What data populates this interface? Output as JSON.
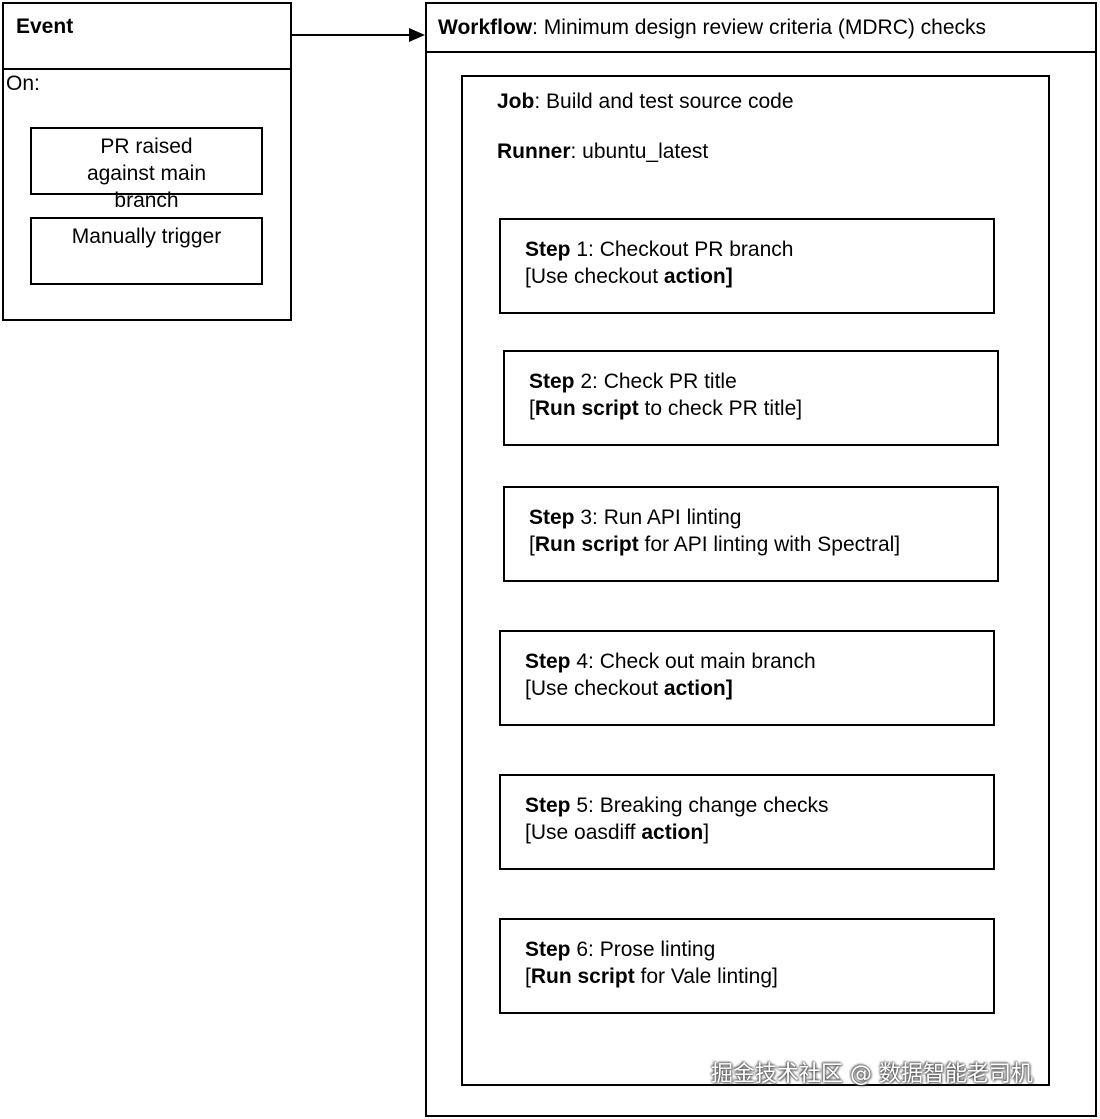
{
  "event": {
    "title": "Event",
    "on_label": "On:",
    "triggers": [
      "PR raised against main branch",
      "Manually trigger"
    ]
  },
  "workflow": {
    "label": "Workflow",
    "name": ": Minimum design review criteria (MDRC) checks",
    "job": {
      "label": "Job",
      "value": ": Build and test source code"
    },
    "runner": {
      "label": "Runner",
      "value": ": ubuntu_latest"
    },
    "steps": [
      {
        "label": "Step",
        "title": " 1: Checkout PR branch",
        "l2_pre": "[Use checkout ",
        "l2_bold": "action]",
        "l2_post": ""
      },
      {
        "label": "Step",
        "title": " 2: Check PR title",
        "l2_pre": "[",
        "l2_bold": "Run script",
        "l2_post": " to check PR title]"
      },
      {
        "label": "Step",
        "title": " 3: Run API linting",
        "l2_pre": "[",
        "l2_bold": "Run script",
        "l2_post": " for API linting with Spectral]"
      },
      {
        "label": "Step",
        "title": " 4: Check out main branch",
        "l2_pre": "[Use checkout ",
        "l2_bold": "action]",
        "l2_post": ""
      },
      {
        "label": "Step",
        "title": " 5: Breaking change checks",
        "l2_pre": "[Use oasdiff ",
        "l2_bold": "action",
        "l2_post": "]"
      },
      {
        "label": "Step",
        "title": " 6: Prose linting",
        "l2_pre": "[",
        "l2_bold": "Run script",
        "l2_post": " for Vale linting]"
      }
    ]
  },
  "watermark": "掘金技术社区 @ 数据智能老司机"
}
